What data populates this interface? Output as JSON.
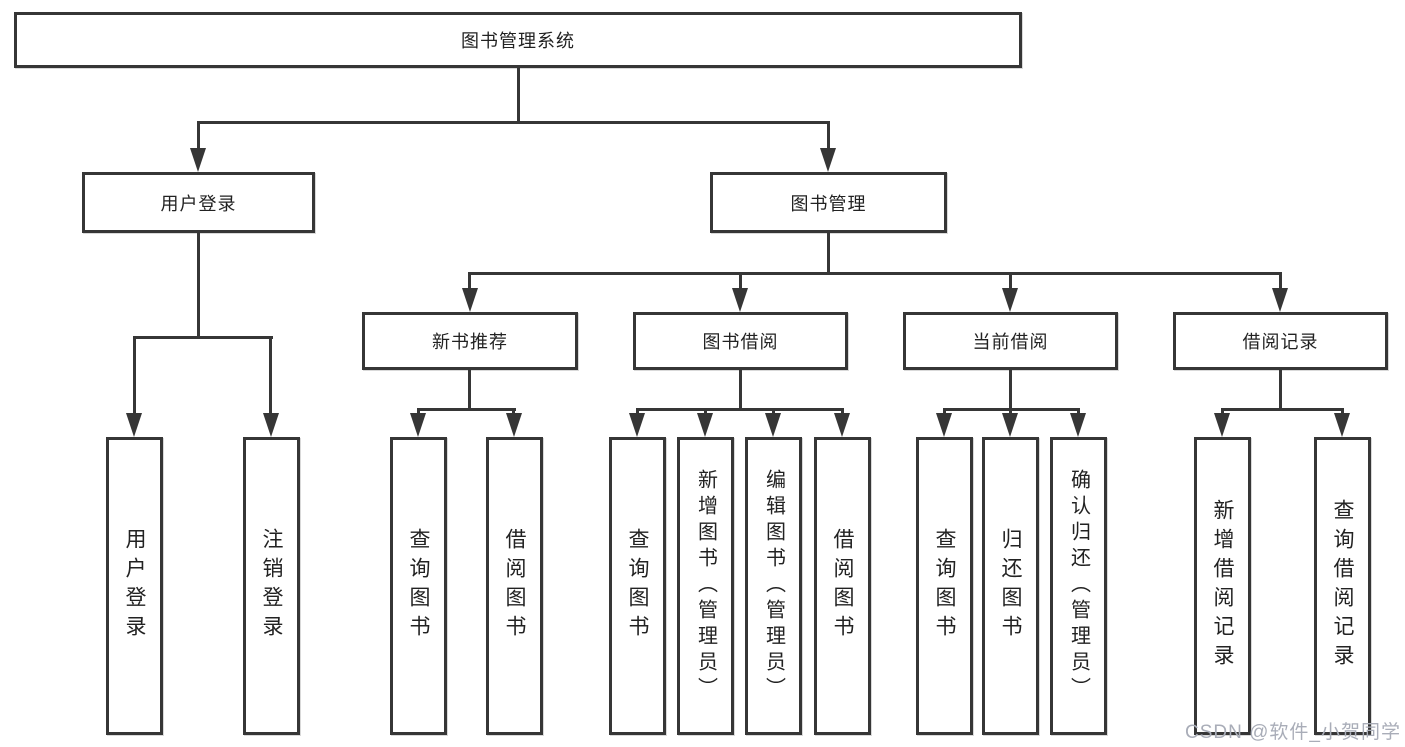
{
  "tree": {
    "root": {
      "label": "图书管理系统",
      "children": [
        {
          "label": "用户登录",
          "children": [
            {
              "label": "用户登录"
            },
            {
              "label": "注销登录"
            }
          ]
        },
        {
          "label": "图书管理",
          "children": [
            {
              "label": "新书推荐",
              "children": [
                {
                  "label": "查询图书"
                },
                {
                  "label": "借阅图书"
                }
              ]
            },
            {
              "label": "图书借阅",
              "children": [
                {
                  "label": "查询图书"
                },
                {
                  "label": "新增图书（管理员）"
                },
                {
                  "label": "编辑图书（管理员）"
                },
                {
                  "label": "借阅图书"
                }
              ]
            },
            {
              "label": "当前借阅",
              "children": [
                {
                  "label": "查询图书"
                },
                {
                  "label": "归还图书"
                },
                {
                  "label": "确认归还（管理员）"
                }
              ]
            },
            {
              "label": "借阅记录",
              "children": [
                {
                  "label": "新增借阅记录"
                },
                {
                  "label": "查询借阅记录"
                }
              ]
            }
          ]
        }
      ]
    }
  },
  "watermark": {
    "text": "CSDN @软件_小贺同学"
  },
  "colors": {
    "line": "#363636",
    "text": "#222222",
    "watermark": "#a9adb8",
    "background": "#ffffff"
  }
}
